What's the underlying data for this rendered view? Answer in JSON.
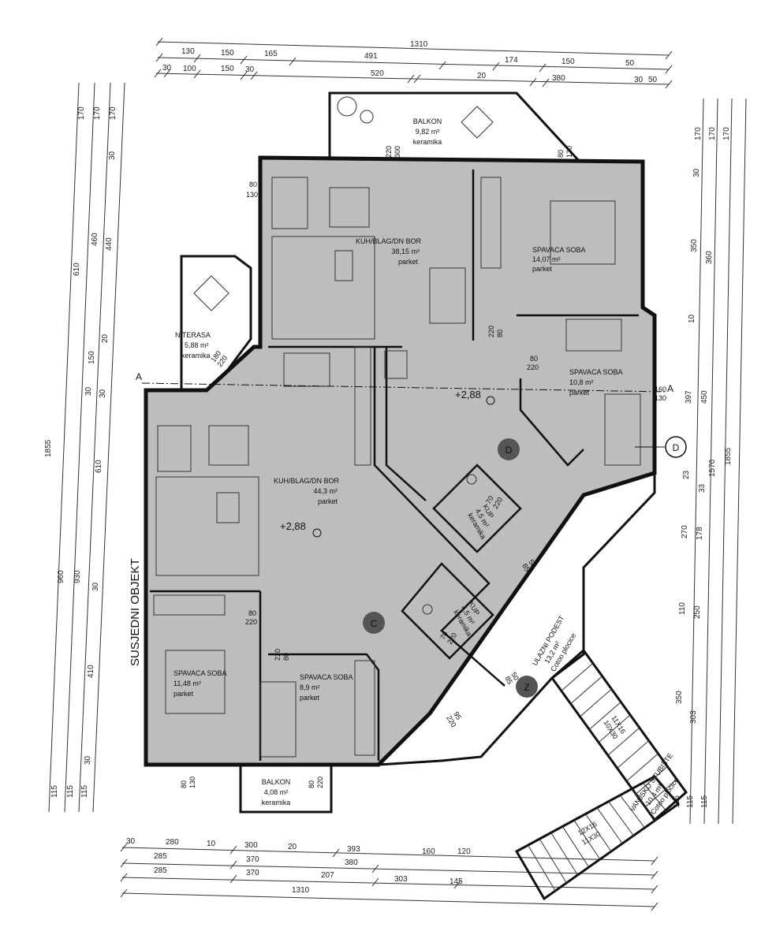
{
  "dimensions": {
    "top": {
      "row1": [
        "1310"
      ],
      "row2": [
        "130",
        "150",
        "165",
        "491",
        "174",
        "150",
        "50"
      ],
      "row3": [
        "30",
        "100",
        "150",
        "30",
        "520",
        "20",
        "380",
        "30",
        "50"
      ]
    },
    "bottom": {
      "row1": [
        "30",
        "280",
        "10",
        "300",
        "20",
        "393",
        "160",
        "120"
      ],
      "row2": [
        "285",
        "370",
        "380"
      ],
      "row3": [
        "285",
        "370",
        "207",
        "303",
        "145"
      ],
      "row4": [
        "1310"
      ]
    },
    "left": {
      "col0": [
        "1855"
      ],
      "col1": [
        "170",
        "610",
        "960",
        "115"
      ],
      "col2": [
        "170",
        "460",
        "150",
        "30",
        "930",
        "115"
      ],
      "col3": [
        "170",
        "30",
        "440",
        "20",
        "30",
        "610",
        "30",
        "410",
        "30",
        "115"
      ]
    },
    "right": {
      "col1": [
        "170",
        "30",
        "350",
        "10",
        "397",
        "23",
        "270",
        "110",
        "350",
        "115"
      ],
      "col2": [
        "170",
        "360",
        "450",
        "33",
        "178",
        "250",
        "303",
        "115"
      ],
      "col3": [
        "170",
        "1570",
        "115"
      ],
      "col4": [
        "1855"
      ]
    }
  },
  "rooms": {
    "balkon_top": {
      "name": "BALKON",
      "area": "9,82 m²",
      "floor": "keramika"
    },
    "kuh_upper": {
      "name": "KUH/BLAG/DN BOR",
      "area": "38,15 m²",
      "floor": "parket"
    },
    "spavaca_1407": {
      "name": "SPAVACA SOBA",
      "area": "14,07 m²",
      "floor": "parket"
    },
    "terasa": {
      "name": "N TERASA",
      "area": "5,88 m²",
      "floor": "keramika"
    },
    "spavaca_108": {
      "name": "SPAVACA SOBA",
      "area": "10,8 m²",
      "floor": "parket"
    },
    "kuh_lower": {
      "name": "KUH/BLAG/DN BOR",
      "area": "44,3 m²",
      "floor": "parket"
    },
    "kup_1": {
      "name": "KUP",
      "area": "4,5 m²",
      "floor": "keramika"
    },
    "kup_2": {
      "name": "KUP",
      "area": "4,5 m²",
      "floor": "keramika"
    },
    "spavaca_1148": {
      "name": "SPAVACA SOBA",
      "area": "11,48 m²",
      "floor": "parket"
    },
    "spavaca_89": {
      "name": "SPAVACA SOBA",
      "area": "8,9 m²",
      "floor": "parket"
    },
    "balkon_bottom": {
      "name": "BALKON",
      "area": "4,08 m²",
      "floor": "keramika"
    },
    "ulazni_podest": {
      "name": "ULAZNI PODEST",
      "area": "13,2 m²",
      "floor": "Cotoo plocice"
    },
    "vanjsko_stubiste": {
      "name": "VANJSKO STUBIŠTE",
      "area": "10,4 m²",
      "floor": "Cotoo plocice"
    }
  },
  "levels": [
    "+2,88",
    "+2,88"
  ],
  "markers": {
    "a1": "A",
    "a2": "A",
    "d_filled": "D",
    "d_outline": "D",
    "c": "C",
    "z": "Z"
  },
  "neighbor_label": "SUSJEDNI OBJEKT",
  "stairs": {
    "upper": [
      "11X16",
      "10X30"
    ],
    "lower": [
      "12X16",
      "11X30"
    ]
  },
  "openings": {
    "w1": [
      "80",
      "130"
    ],
    "w2": [
      "220",
      "300"
    ],
    "w3": [
      "80",
      "130"
    ],
    "w4": [
      "220",
      "80"
    ],
    "w5": [
      "80",
      "220"
    ],
    "w6": [
      "180",
      "220"
    ],
    "w7": [
      "160",
      "130"
    ],
    "w8": [
      "70",
      "220"
    ],
    "w9": [
      "80",
      "220"
    ],
    "w10": [
      "220",
      "80"
    ],
    "w11": [
      "80",
      "130"
    ],
    "w12": [
      "80",
      "220"
    ],
    "w13": [
      "95",
      "220"
    ],
    "w14": [
      "70",
      "220"
    ],
    "w15": [
      "50",
      "85"
    ],
    "w16": [
      "50",
      "85"
    ]
  }
}
